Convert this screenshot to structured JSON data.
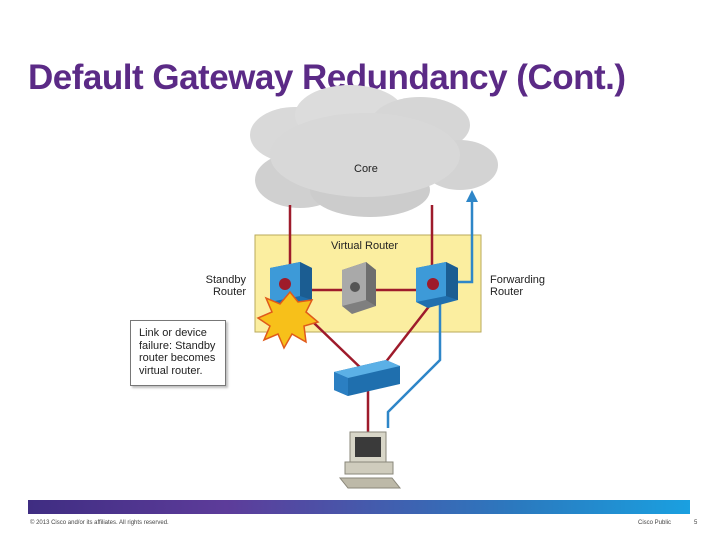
{
  "slide": {
    "title": "Default Gateway Redundancy (Cont.)"
  },
  "diagram": {
    "core_label": "Core",
    "virtual_router_label": "Virtual Router",
    "standby_label_line1": "Standby",
    "standby_label_line2": "Router",
    "forwarding_label_line1": "Forwarding",
    "forwarding_label_line2": "Router",
    "callout_text": "Link or device failure: Standby router becomes virtual router.",
    "colors": {
      "virtual_router_box": "#fbeea0",
      "failed_link": "#9e1b2b",
      "active_path": "#2e86c8",
      "router_blue": "#2f8fd0",
      "explosion": "#f7c01a"
    }
  },
  "footer": {
    "copyright": "© 2013 Cisco and/or its affiliates. All rights reserved.",
    "classification": "Cisco Public",
    "page_number": "5"
  }
}
